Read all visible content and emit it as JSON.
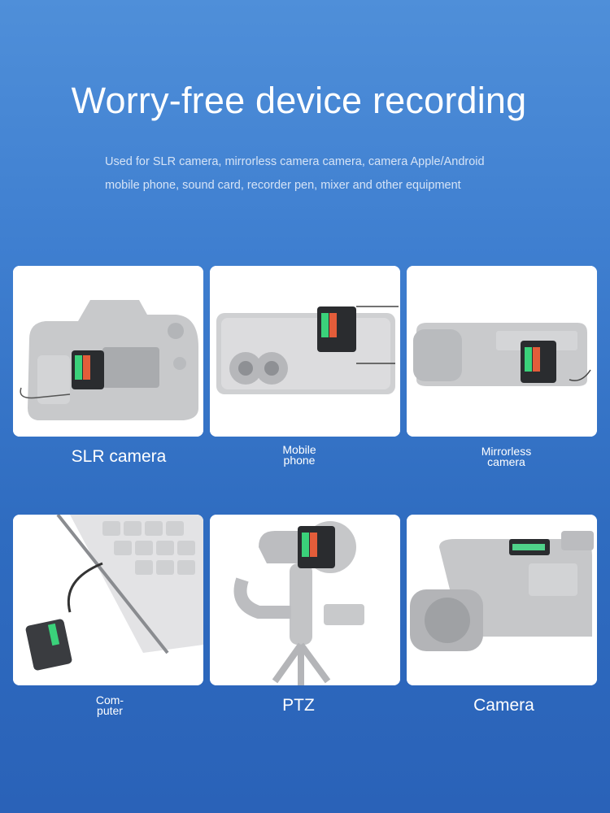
{
  "header": {
    "title": "Worry-free device recording",
    "subtitle_line1": "Used for SLR camera, mirrorless camera camera, camera Apple/Android",
    "subtitle_line2": "mobile phone, sound card, recorder pen, mixer and other equipment"
  },
  "devices": [
    {
      "label": "SLR camera"
    },
    {
      "label_line1": "Mobile",
      "label_line2": "phone"
    },
    {
      "label_line1": "Mirrorless",
      "label_line2": "camera"
    },
    {
      "label_line1": "Com-",
      "label_line2": "puter"
    },
    {
      "label": "PTZ"
    },
    {
      "label": "Camera"
    }
  ]
}
